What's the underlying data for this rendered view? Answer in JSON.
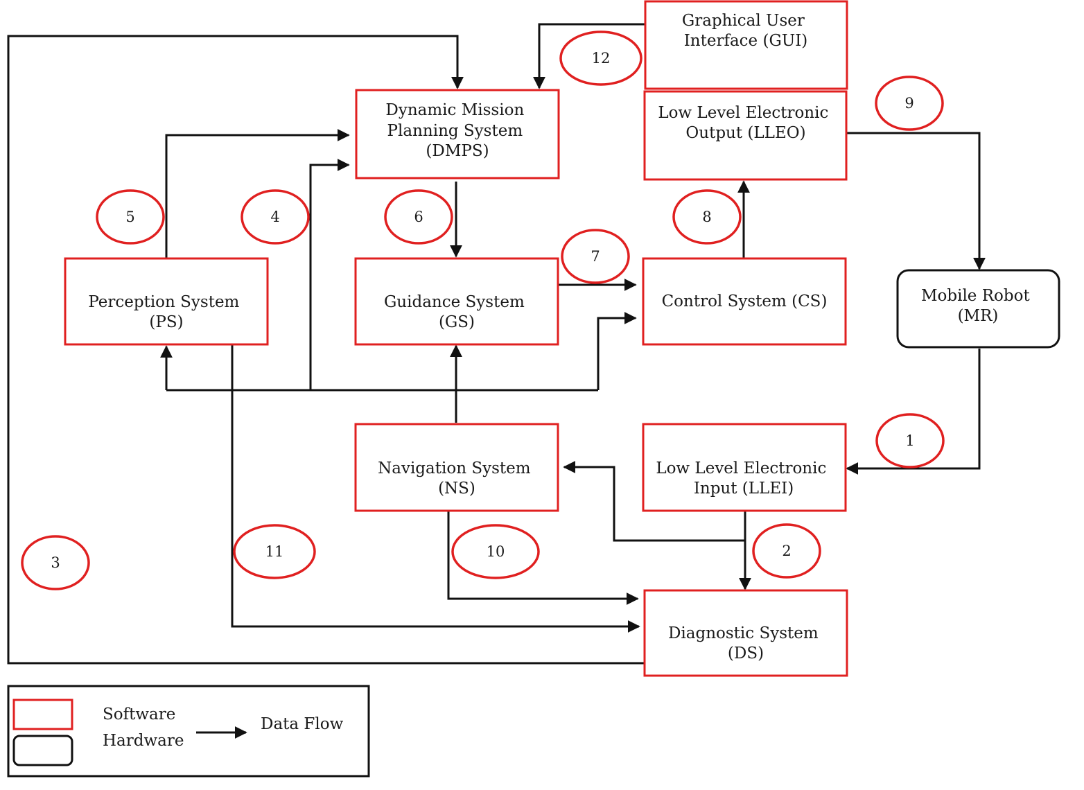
{
  "colors": {
    "software": "#e02020",
    "hardware": "#111111",
    "flow": "#111111",
    "badge": "#e02020"
  },
  "nodes": {
    "gui": {
      "type": "software",
      "lines": [
        "Graphical User",
        "Interface (GUI)"
      ]
    },
    "dmps": {
      "type": "software",
      "lines": [
        "Dynamic Mission",
        "Planning System",
        "(DMPS)"
      ]
    },
    "lleo": {
      "type": "software",
      "lines": [
        "Low Level Electronic",
        "Output  (LLEO)"
      ]
    },
    "ps": {
      "type": "software",
      "lines": [
        "Perception System",
        "(PS)"
      ]
    },
    "gs": {
      "type": "software",
      "lines": [
        "Guidance  System",
        "(GS)"
      ]
    },
    "cs": {
      "type": "software",
      "lines": [
        "Control System (CS)"
      ]
    },
    "mr": {
      "type": "hardware",
      "lines": [
        "Mobile Robot",
        "(MR)"
      ]
    },
    "ns": {
      "type": "software",
      "lines": [
        "Navigation System",
        "(NS)"
      ]
    },
    "llei": {
      "type": "software",
      "lines": [
        "Low Level Electronic",
        "Input  (LLEI)"
      ]
    },
    "ds": {
      "type": "software",
      "lines": [
        "Diagnostic System",
        "(DS)"
      ]
    }
  },
  "flows": [
    {
      "id": "1",
      "from": "mr",
      "to": "llei"
    },
    {
      "id": "2",
      "from": "llei",
      "to": "ns, ds"
    },
    {
      "id": "3",
      "from": "ds",
      "to": "dmps"
    },
    {
      "id": "4",
      "from": "ns",
      "to": "dmps"
    },
    {
      "id": "5",
      "from": "ps",
      "to": "dmps"
    },
    {
      "id": "6",
      "from": "dmps",
      "to": "gs"
    },
    {
      "id": "7",
      "from": "gs",
      "to": "cs"
    },
    {
      "id": "8",
      "from": "cs",
      "to": "lleo"
    },
    {
      "id": "9",
      "from": "lleo",
      "to": "mr"
    },
    {
      "id": "10",
      "from": "ns",
      "to": "ds"
    },
    {
      "id": "11",
      "from": "ps",
      "to": "ds"
    },
    {
      "id": "12",
      "from": "gui",
      "to": "dmps"
    }
  ],
  "legend": {
    "software": "Software",
    "hardware": "Hardware",
    "data_flow": "Data Flow"
  }
}
